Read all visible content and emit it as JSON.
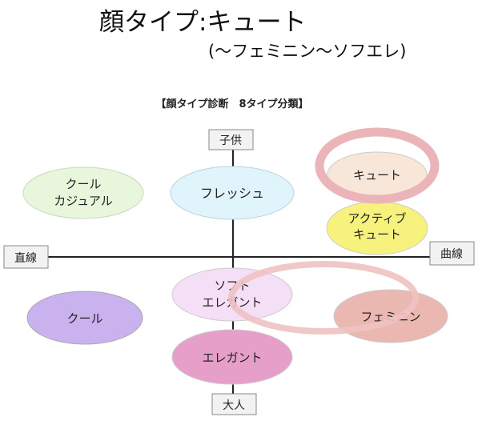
{
  "header": {
    "title": "顔タイプ:キュート",
    "subtitle": "(〜フェミニン〜ソフエレ)"
  },
  "diagram": {
    "title": "【顔タイプ診断　8タイプ分類】",
    "axes": {
      "top": "子供",
      "bottom": "大人",
      "left": "直線",
      "right": "曲線"
    },
    "types": [
      {
        "lines": [
          "クール",
          "カジュアル"
        ],
        "color": "#e8f6dc"
      },
      {
        "lines": [
          "フレッシュ"
        ],
        "color": "#dff4fb"
      },
      {
        "lines": [
          "キュート"
        ],
        "color": "#f8e6d8"
      },
      {
        "lines": [
          "アクティブ",
          "キュート"
        ],
        "color": "#f7f27e"
      },
      {
        "lines": [
          "ソフト",
          "エレガント"
        ],
        "color": "#f5dff6"
      },
      {
        "lines": [
          "クール"
        ],
        "color": "#c9b2ee"
      },
      {
        "lines": [
          "フェミニン"
        ],
        "color": "#eab7b1"
      },
      {
        "lines": [
          "エレガント"
        ],
        "color": "#e59fc8"
      }
    ],
    "highlight_color": "#eab4b8"
  }
}
